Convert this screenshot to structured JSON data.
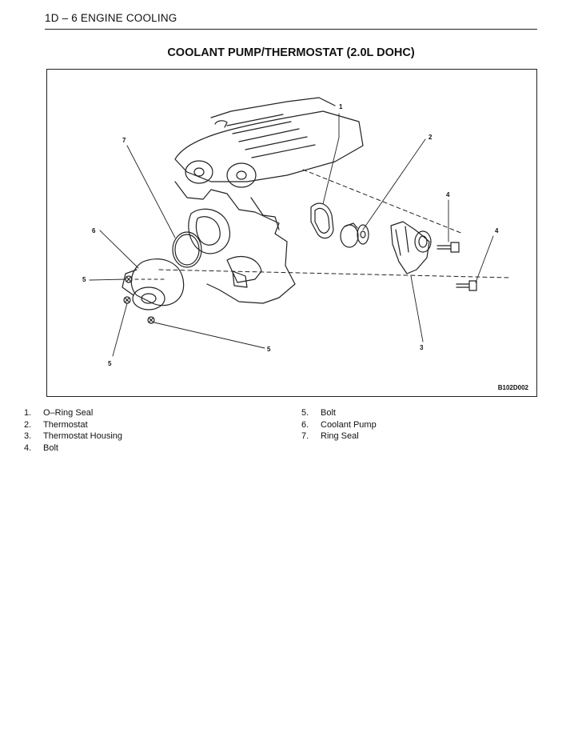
{
  "header": {
    "section": "1D – 6 ENGINE COOLING"
  },
  "title": "COOLANT PUMP/THERMOSTAT (2.0L DOHC)",
  "figure": {
    "code": "B102D002",
    "callouts": [
      "1",
      "2",
      "3",
      "4",
      "4",
      "5",
      "5",
      "5",
      "6",
      "7"
    ]
  },
  "legend": {
    "left": [
      {
        "num": "1.",
        "label": "O–Ring Seal"
      },
      {
        "num": "2.",
        "label": "Thermostat"
      },
      {
        "num": "3.",
        "label": "Thermostat Housing"
      },
      {
        "num": "4.",
        "label": "Bolt"
      }
    ],
    "right": [
      {
        "num": "5.",
        "label": "Bolt"
      },
      {
        "num": "6.",
        "label": "Coolant Pump"
      },
      {
        "num": "7.",
        "label": "Ring Seal"
      }
    ]
  }
}
